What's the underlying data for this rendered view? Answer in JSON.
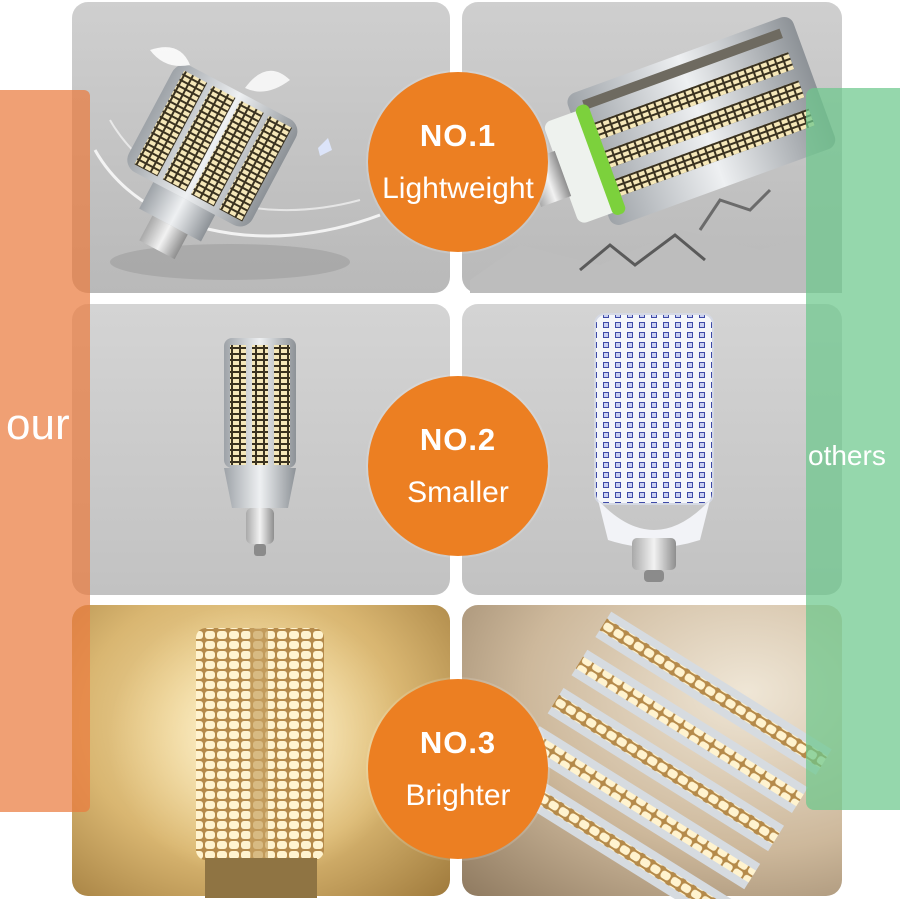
{
  "features": [
    {
      "number": "NO.1",
      "label": "Lightweight"
    },
    {
      "number": "NO.2",
      "label": "Smaller"
    },
    {
      "number": "NO.3",
      "label": "Brighter"
    }
  ],
  "sides": {
    "left_label": "our",
    "right_label": "others"
  },
  "colors": {
    "badge": "#ec7f22",
    "left_band": "#ea7c3e",
    "right_band": "#6cc88c"
  },
  "icons": {
    "row1_left": "lightweight-led-bulb-with-feathers",
    "row1_right": "heavy-led-bulb-on-cracked-ground",
    "row2_left": "compact-led-corn-bulb",
    "row2_right": "large-led-corn-bulb",
    "row3_left": "bright-warm-led-bulb",
    "row3_right": "dim-led-strip-bulb"
  }
}
